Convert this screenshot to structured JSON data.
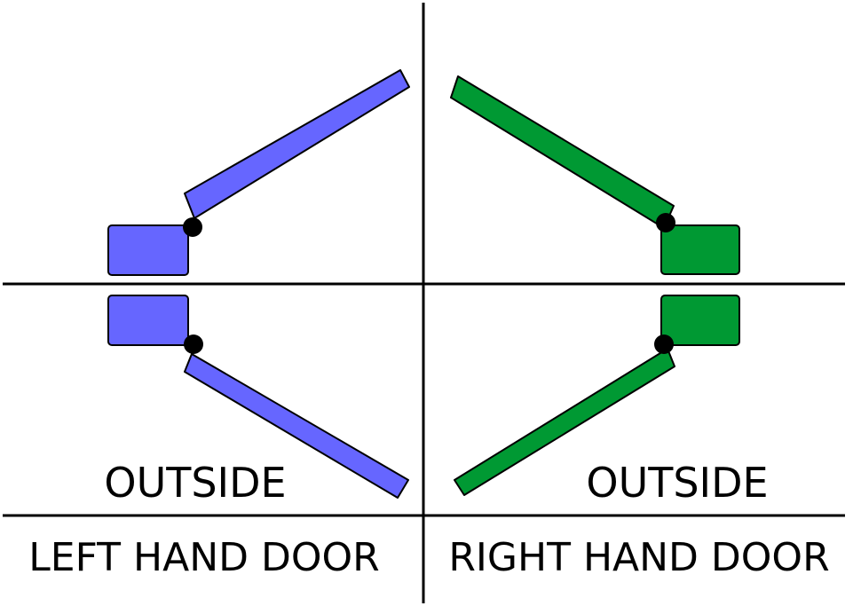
{
  "colors": {
    "left_door": "#6666ff",
    "right_door": "#009933",
    "line": "#000000",
    "hinge": "#000000",
    "background": "#ffffff"
  },
  "quadrants": {
    "left_bottom": {
      "label": "OUTSIDE"
    },
    "right_bottom": {
      "label": "OUTSIDE"
    }
  },
  "footer": {
    "left_label": "LEFT HAND DOOR",
    "right_label": "RIGHT HAND DOOR"
  }
}
